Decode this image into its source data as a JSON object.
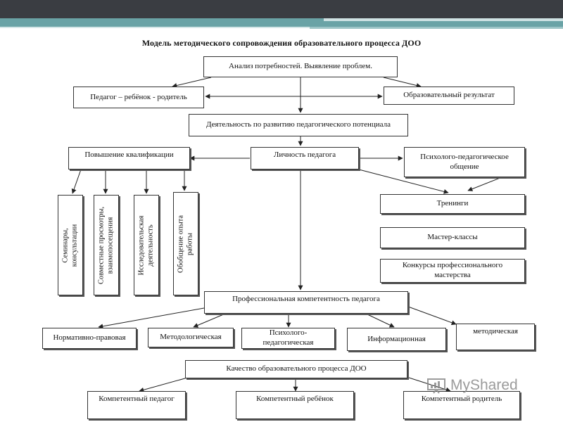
{
  "title": "Модель методического сопровождения образовательного процесса ДОО",
  "boxes": {
    "analysis": "Анализ потребностей. Выявление проблем.",
    "triad": "Педагог – ребёнок - родитель",
    "edu_result": "Образовательный результат",
    "activity": "Деятельность по развитию педагогического потенциала",
    "qualification": "Повышение квалификации",
    "personality": "Личность педагога",
    "psych_comm": "Психолого-педагогическое общение",
    "seminars": [
      "Семинары,",
      "консультации"
    ],
    "joint_views": [
      "Совместные просмотры,",
      "взаимопосещения"
    ],
    "research": [
      "Исследовательская",
      "деятельность"
    ],
    "experience": [
      "Обобщение опыта",
      "работы"
    ],
    "trainings": "Тренинги",
    "masterclasses": "Мастер-классы",
    "contests": "Конкурсы профессионального мастерства",
    "prof_competence": "Профессиональная компетентность педагога",
    "normative": "Нормативно-правовая",
    "methodological": "Методологическая",
    "psych_ped": "Психолого-педагогическая",
    "informational": "Информационная",
    "methodical": "методическая",
    "quality": "Качество образовательного процесса ДОО",
    "competent_teacher": "Компетентный педагог",
    "competent_child": "Компетентный ребёнок",
    "competent_parent": "Компетентный родитель"
  },
  "watermark": {
    "brand": "MyShared"
  },
  "colors": {
    "topbar": "#3a3d42",
    "accent": "#6aa3a6"
  }
}
